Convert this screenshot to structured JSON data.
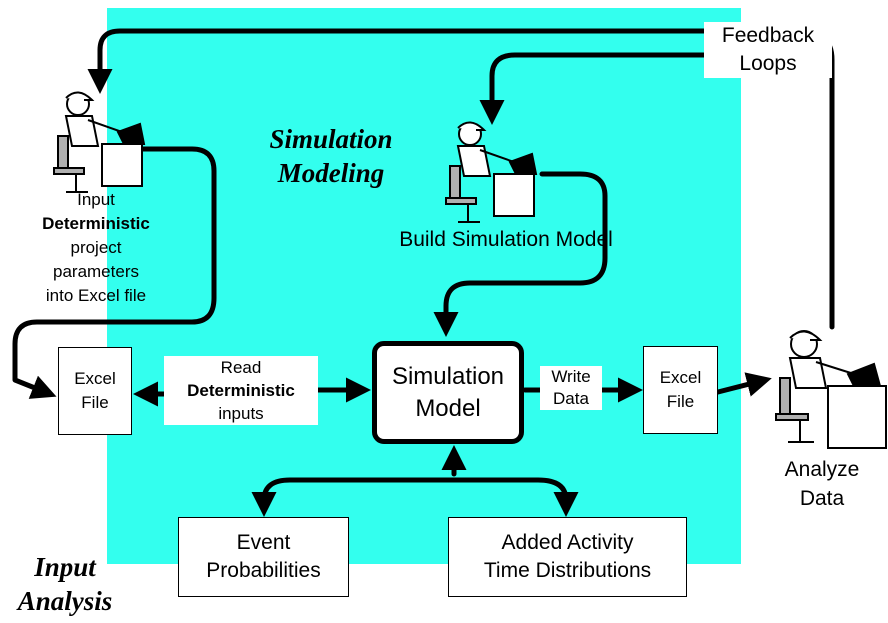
{
  "titles": {
    "simulation_modeling_line1": "Simulation",
    "simulation_modeling_line2": "Modeling",
    "input_analysis_line1": "Input",
    "input_analysis_line2": "Analysis"
  },
  "labels": {
    "feedback_line1": "Feedback",
    "feedback_line2": "Loops",
    "input_caption_line1": "Input",
    "input_caption_line2": "Deterministic",
    "input_caption_line3": "project",
    "input_caption_line4": "parameters",
    "input_caption_line5": "into Excel file",
    "build_model": "Build Simulation Model",
    "read_line1": "Read",
    "read_line2": "Deterministic",
    "read_line3": "inputs",
    "write_line1": "Write",
    "write_line2": "Data",
    "analyze_line1": "Analyze",
    "analyze_line2": "Data"
  },
  "boxes": {
    "excel_input_line1": "Excel",
    "excel_input_line2": "File",
    "excel_output_line1": "Excel",
    "excel_output_line2": "File",
    "model_line1": "Simulation",
    "model_line2": "Model",
    "event_line1": "Event",
    "event_line2": "Probabilities",
    "activity_line1": "Added Activity",
    "activity_line2": "Time Distributions"
  },
  "colors": {
    "modeling_area": "#33ffee",
    "lines": "#000000",
    "background": "#ffffff"
  },
  "icons": [
    "person-at-computer-icon"
  ]
}
